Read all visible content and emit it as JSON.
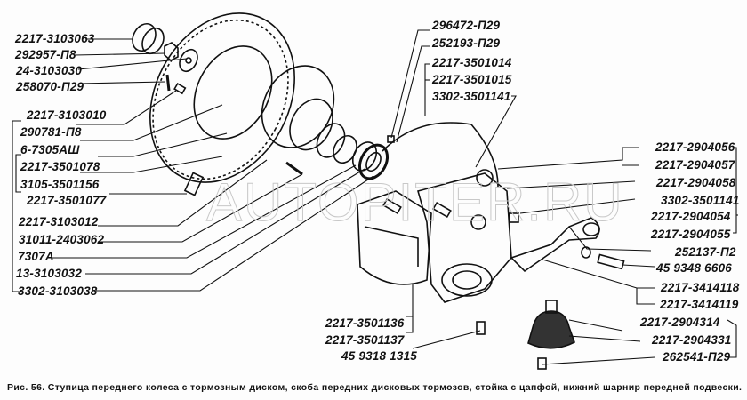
{
  "diagram": {
    "figure_caption": "Рис. 56. Ступица переднего колеса с тормозным диском, скоба передних дисковых тормозов, стойка с цапфой, нижний шарнир передней подвески.",
    "watermark": "AUTOPITER.RU",
    "left_labels": [
      "2217-3103063",
      "292957-П8",
      "24-3103030",
      "258070-П29",
      "2217-3103010",
      "290781-П8",
      "6-7305АШ",
      "2217-3501078",
      "3105-3501156",
      "2217-3501077",
      "2217-3103012",
      "31011-2403062",
      "7307А",
      "13-3103032",
      "3302-3103038"
    ],
    "top_center_labels": [
      "296472-П29",
      "252193-П29",
      "2217-3501014",
      "2217-3501015",
      "3302-3501141"
    ],
    "right_labels": [
      "2217-2904056",
      "2217-2904057",
      "2217-2904058",
      "3302-3501141",
      "2217-2904054",
      "2217-2904055",
      "252137-П2",
      "45 9348 6606",
      "2217-3414118",
      "2217-3414119",
      "2217-2904314",
      "2217-2904331",
      "262541-П29"
    ],
    "bottom_center_labels": [
      "2217-3501136",
      "2217-3501137",
      "45 9318 1315"
    ]
  }
}
